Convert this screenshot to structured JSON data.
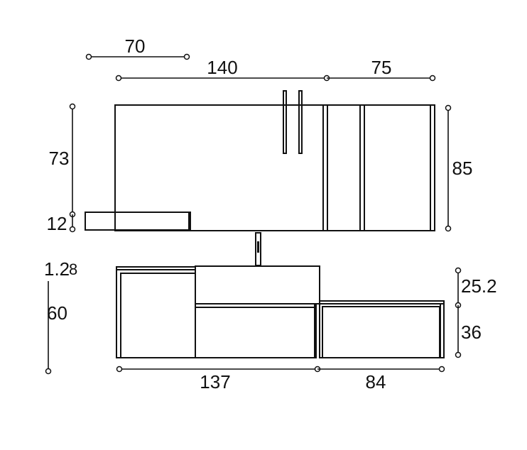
{
  "dimensions": {
    "top_width_70": "70",
    "top_width_140": "140",
    "top_width_75": "75",
    "height_73": "73",
    "height_12": "12",
    "height_85": "85",
    "height_1_2": "1.2",
    "height_8": "8",
    "height_60": "60",
    "height_25_2": "25.2",
    "height_36": "36",
    "bottom_width_137": "137",
    "bottom_width_84": "84"
  }
}
